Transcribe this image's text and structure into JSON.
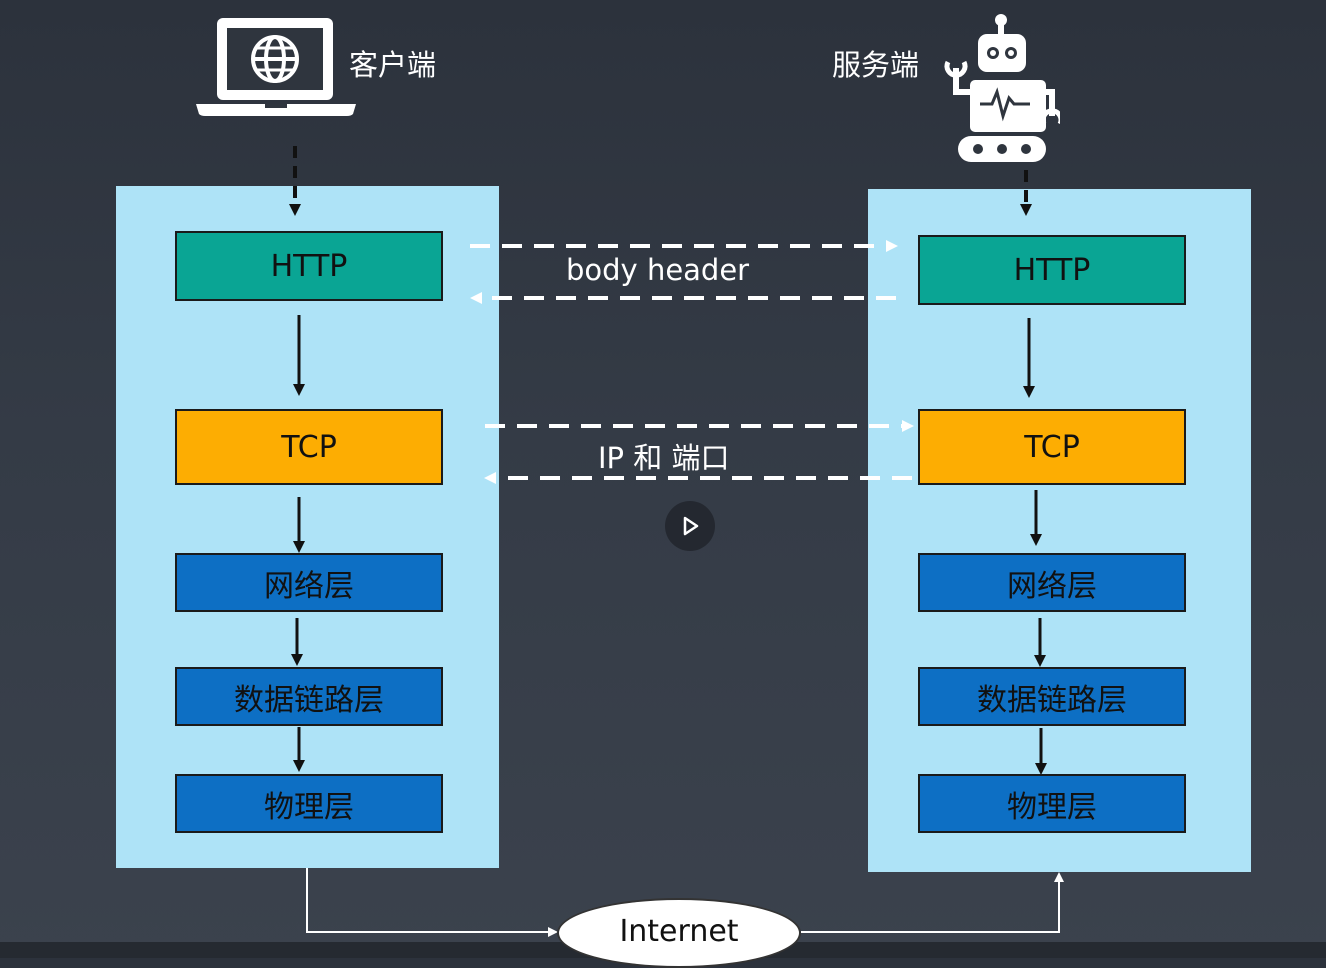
{
  "client": {
    "title": "客户端",
    "http": "HTTP",
    "tcp": "TCP",
    "network": "网络层",
    "datalink": "数据链路层",
    "physical": "物理层"
  },
  "server": {
    "title": "服务端",
    "http": "HTTP",
    "tcp": "TCP",
    "network": "网络层",
    "datalink": "数据链路层",
    "physical": "物理层"
  },
  "links": {
    "http_label": "body header",
    "tcp_label": "IP 和 端口"
  },
  "internet_label": "Internet",
  "icons": {
    "client": "laptop-globe-icon",
    "server": "robot-icon",
    "play": "play-icon"
  },
  "colors": {
    "http": "#0aa594",
    "tcp": "#fdad02",
    "layer": "#0d6fc4",
    "panel": "#aee3f7"
  }
}
